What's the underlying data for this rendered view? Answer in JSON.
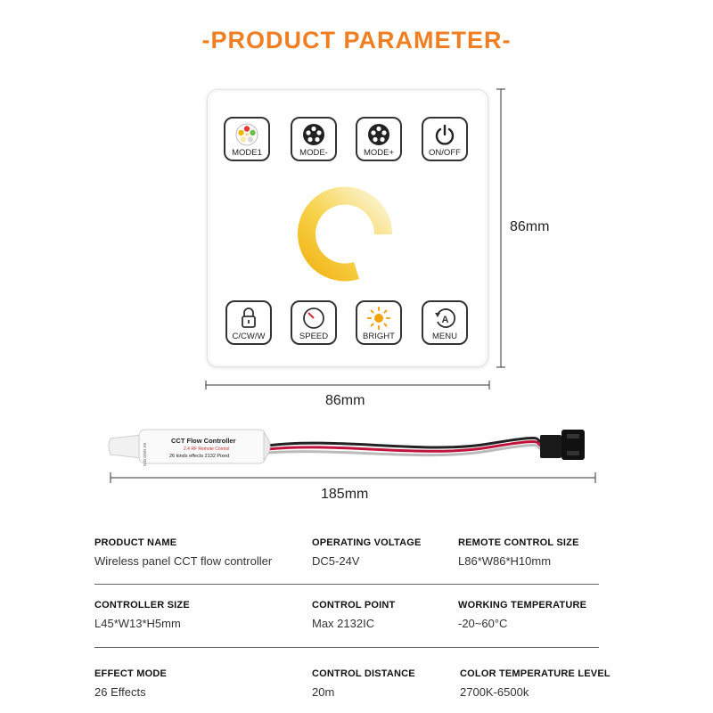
{
  "title": "-PRODUCT PARAMETER-",
  "remote": {
    "buttons_top": [
      {
        "label": "MODE1",
        "icon": "mode1-icon"
      },
      {
        "label": "MODE-",
        "icon": "mode-minus-icon"
      },
      {
        "label": "MODE+",
        "icon": "mode-plus-icon"
      },
      {
        "label": "ON/OFF",
        "icon": "power-icon"
      }
    ],
    "buttons_bottom": [
      {
        "label": "C/CW/W",
        "icon": "lock-icon"
      },
      {
        "label": "SPEED",
        "icon": "speed-dial-icon"
      },
      {
        "label": "BRIGHT",
        "icon": "sun-icon"
      },
      {
        "label": "MENU",
        "icon": "auto-menu-icon"
      }
    ],
    "width_label": "86mm",
    "height_label": "86mm"
  },
  "controller": {
    "line1": "CCT Flow Controller",
    "line2": "2.4 RF Remote Control",
    "line3": "26 kinds effects 2132 Pixed",
    "side_text": "5V GND DIN",
    "length_label": "185mm"
  },
  "specs": [
    {
      "label": "PRODUCT NAME",
      "value": "Wireless panel CCT flow controller"
    },
    {
      "label": "OPERATING VOLTAGE",
      "value": "DC5-24V"
    },
    {
      "label": "REMOTE CONTROL SIZE",
      "value": "L86*W86*H10mm"
    },
    {
      "label": "CONTROLLER SIZE",
      "value": "L45*W13*H5mm"
    },
    {
      "label": "CONTROL POINT",
      "value": "Max 2132IC"
    },
    {
      "label": "WORKING TEMPERATURE",
      "value": "-20~60°C"
    },
    {
      "label": "EFFECT MODE",
      "value": "26 Effects"
    },
    {
      "label": "CONTROL DISTANCE",
      "value": "20m"
    },
    {
      "label": "COLOR TEMPERATURE LEVEL",
      "value": "2700K-6500k"
    }
  ],
  "colors": {
    "accent": "#ef7f22",
    "warm": "#f2b705",
    "cool": "#fbf6e0"
  }
}
